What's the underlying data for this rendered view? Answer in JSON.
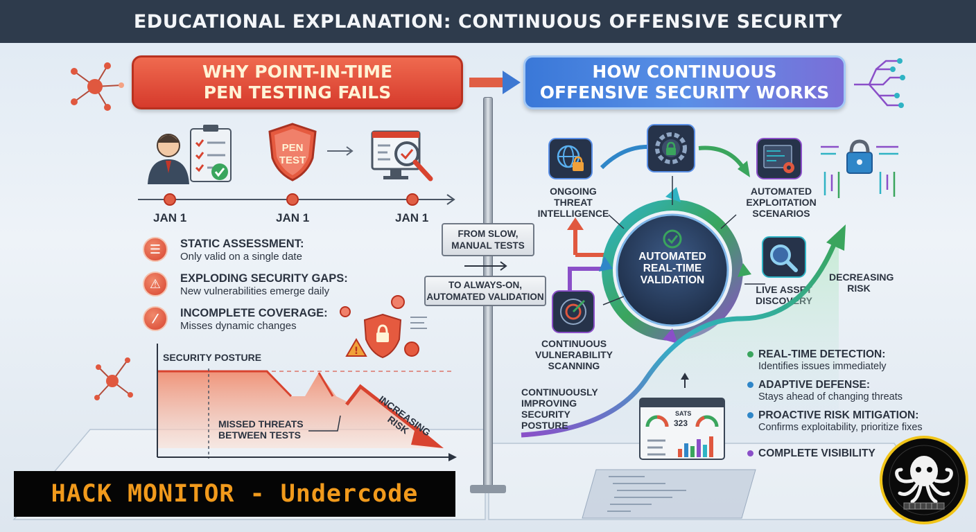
{
  "header": {
    "title": "EDUCATIONAL EXPLANATION: CONTINUOUS OFFENSIVE SECURITY"
  },
  "left": {
    "banner": [
      "WHY POINT-IN-TIME",
      "PEN TESTING FAILS"
    ],
    "shield_text": [
      "PEN",
      "TEST"
    ],
    "dates": [
      "JAN 1",
      "JAN 1",
      "JAN 1"
    ],
    "issues": [
      {
        "title": "STATIC ASSESSMENT:",
        "desc": "Only valid on a single date",
        "icon": "clipboard-icon"
      },
      {
        "title": "EXPLODING SECURITY GAPS:",
        "desc": "New vulnerabilities emerge daily",
        "icon": "warning-icon"
      },
      {
        "title": "INCOMPLETE COVERAGE:",
        "desc": "Misses dynamic changes",
        "icon": "broken-shield-icon"
      }
    ],
    "graph": {
      "posture_label": "SECURITY POSTURE",
      "missed_label": [
        "MISSED THREATS",
        "BETWEEN TESTS"
      ],
      "risk_label": [
        "INCREASING",
        "RISK"
      ]
    }
  },
  "signpost": {
    "top": [
      "FROM SLOW,",
      "MANUAL TESTS"
    ],
    "bottom": [
      "TO ALWAYS-ON,",
      "AUTOMATED VALIDATION"
    ]
  },
  "right": {
    "banner": [
      "HOW CONTINUOUS",
      "OFFENSIVE SECURITY WORKS"
    ],
    "center": [
      "AUTOMATED",
      "REAL-TIME",
      "VALIDATION"
    ],
    "nodes": {
      "threat_intel": [
        "ONGOING",
        "THREAT",
        "INTELLIGENCE"
      ],
      "exploitation": [
        "AUTOMATED",
        "EXPLOITATION",
        "SCENARIOS"
      ],
      "asset_discovery": [
        "LIVE ASSET",
        "DISCOVERY"
      ],
      "vuln_scanning": [
        "CONTINUOUS",
        "VULNERABILITY",
        "SCANNING"
      ]
    },
    "decreasing_risk": [
      "DECREASING",
      "RISK"
    ],
    "improving_posture": [
      "CONTINUOUSLY",
      "IMPROVING",
      "SECURITY",
      "POSTURE"
    ],
    "dashboard": {
      "stats_label": "SATS",
      "stats_value": "323"
    },
    "benefits": [
      {
        "title": "REAL-TIME DETECTION:",
        "desc": "Identifies issues immediately",
        "color": "#3aa55d"
      },
      {
        "title": "ADAPTIVE DEFENSE:",
        "desc": "Stays ahead of changing threats",
        "color": "#2f86c8"
      },
      {
        "title": "PROACTIVE RISK MITIGATION:",
        "desc": "Confirms exploitability, prioritize fixes",
        "color": "#2f86c8"
      },
      {
        "title": "COMPLETE VISIBILITY",
        "desc": "",
        "color": "#8a4fc8"
      }
    ]
  },
  "watermark": {
    "text": "HACK MONITOR - Undercode"
  }
}
